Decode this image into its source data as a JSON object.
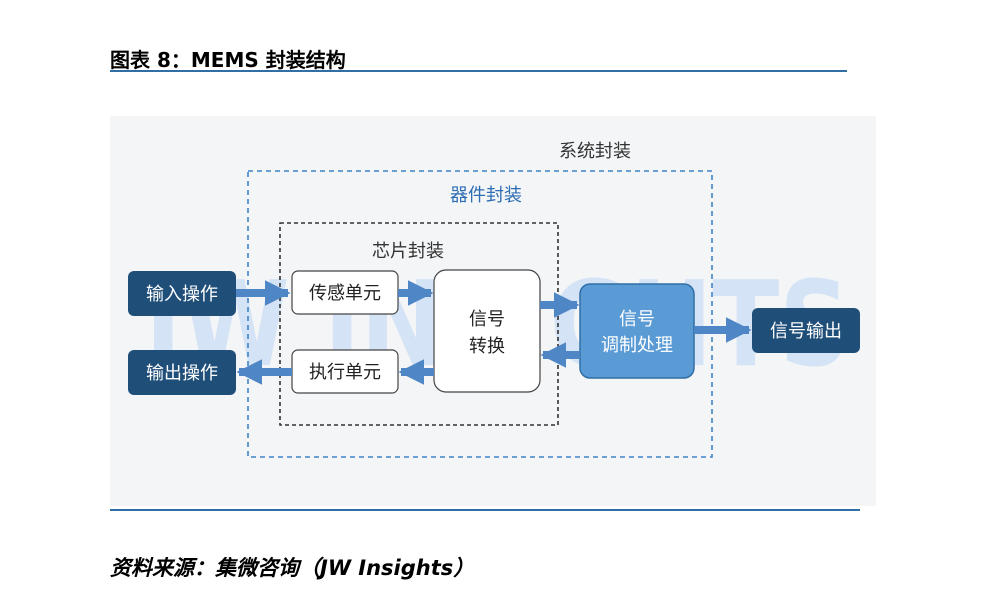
{
  "figure": {
    "title": "图表 8：MEMS 封装结构",
    "source": "资料来源：集微咨询（JW Insights）"
  },
  "watermark": "JW INSIGHTS",
  "regions": {
    "system": "系统封装",
    "device": "器件封装",
    "chip": "芯片封装"
  },
  "nodes": {
    "input_op": "输入操作",
    "output_op": "输出操作",
    "sensing_unit": "传感单元",
    "actuator_unit": "执行单元",
    "signal_conv": [
      "信号",
      "转换"
    ],
    "signal_mod": [
      "信号",
      "调制处理"
    ],
    "signal_out": "信号输出"
  },
  "colors": {
    "dark_box": "#1f4e79",
    "mid_box": "#5b9bd5",
    "arrow": "#4f86c6",
    "dash_blue": "#3f83c6",
    "dash_black": "#333333",
    "rule": "#2f6fa5"
  }
}
